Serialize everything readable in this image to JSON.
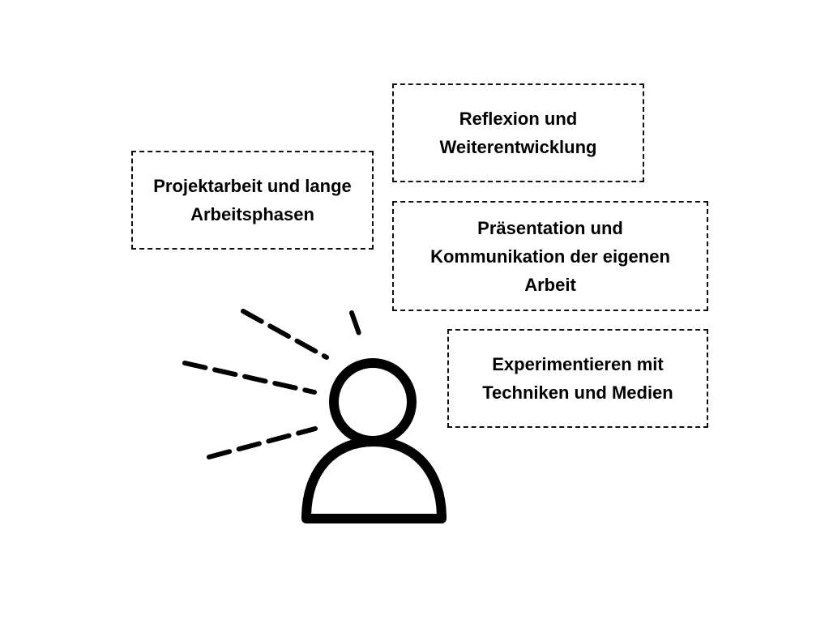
{
  "boxes": {
    "projektarbeit": "Projektarbeit und lange\nArbeitsphasen",
    "reflexion": "Reflexion und\nWeiterentwicklung",
    "praesentation": "Präsentation und\nKommunikation der eigenen\nArbeit",
    "experimentieren": "Experimentieren mit\nTechniken und Medien"
  },
  "icons": {
    "person": "person-icon",
    "rays": "idea-rays-icon"
  },
  "colors": {
    "stroke": "#000000",
    "background": "#ffffff"
  }
}
